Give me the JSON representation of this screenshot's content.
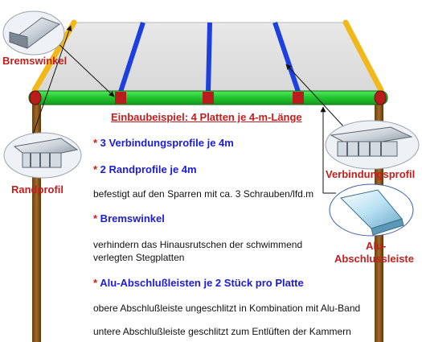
{
  "title": "Einbaubeispiel: 4 Platten je 4-m-Länge",
  "labels": {
    "bremswinkel": "Bremswinkel",
    "randprofil": "Randprofil",
    "verbindungsprofil": "Verbindungsprofil",
    "alu_line1": "Alu-",
    "alu_line2": "Abschlussleiste"
  },
  "items": {
    "i1_star": "*",
    "i1_text": " 3 Verbindungsprofile je 4m",
    "i2_star": "*",
    "i2_text": " 2 Randprofile je 4m",
    "i2_desc": "befestigt auf den Sparren mit ca. 3 Schrauben/lfd.m",
    "i3_star": "*",
    "i3_text": " Bremswinkel",
    "i3_desc1": "verhindern das Hinausrutschen der schwimmend",
    "i3_desc2": "verlegten Stegplatten",
    "i4_star": "*",
    "i4_text": " Alu-Abschlußleisten je 2 Stück pro Platte",
    "i4_desc1": "obere Abschlußleiste ungeschlitzt in Kombination mit Alu-Band",
    "i4_desc2": "untere Abschlußleiste geschlitzt zum Entlüften der Kammern"
  },
  "colors": {
    "roof": "#e2e2e2",
    "edge_profile": "#f2b819",
    "connector": "#1c3fe0",
    "beam": "#2bd43a",
    "beam_joint": "#b81c1c",
    "post": "#8a5a1c",
    "label_red": "#c21e1e",
    "item_blue": "#1c1cd6"
  }
}
